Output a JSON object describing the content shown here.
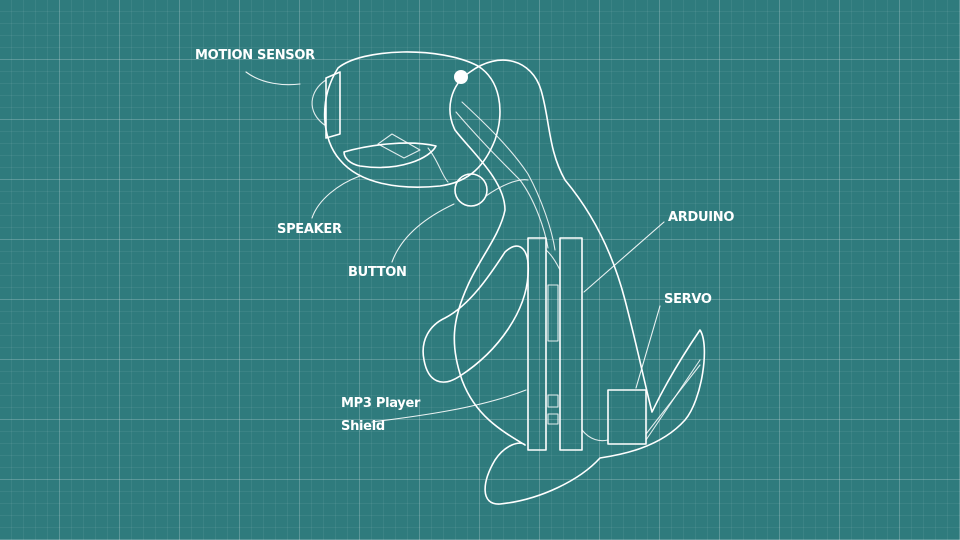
{
  "labels": {
    "motion_sensor": "MOTION SENSOR",
    "speaker": "SPEAKER",
    "button": "BUTTON",
    "arduino": "ARDUINO",
    "servo": "SERVO",
    "mp3_line1": "MP3 Player",
    "mp3_line2": "Shield"
  },
  "colors": {
    "background": "#2f7b7d",
    "line": "#ffffff"
  }
}
